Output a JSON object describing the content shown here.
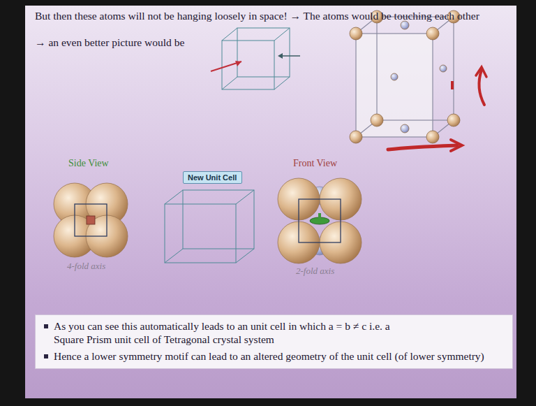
{
  "diagram": {
    "nodes": [
      {
        "text": [
          "New Unit Cell"
        ]
      },
      {
        "text": [
          "As you can see this automatically leads to an unit cell in which a = b ≠ c i.e. a Square Prism unit cell of Tetragonal crystal system",
          "Hence a lower symmetry motif can lead to an altered geometry of the unit cell (of lower symmetry)"
        ]
      }
    ],
    "labels": [
      "But then these atoms will not be hanging loosely in space! → The atoms would be touching each other",
      "→ an even better picture would be",
      "Side View",
      "Front View",
      "4-fold axis",
      "2-fold axis"
    ]
  }
}
